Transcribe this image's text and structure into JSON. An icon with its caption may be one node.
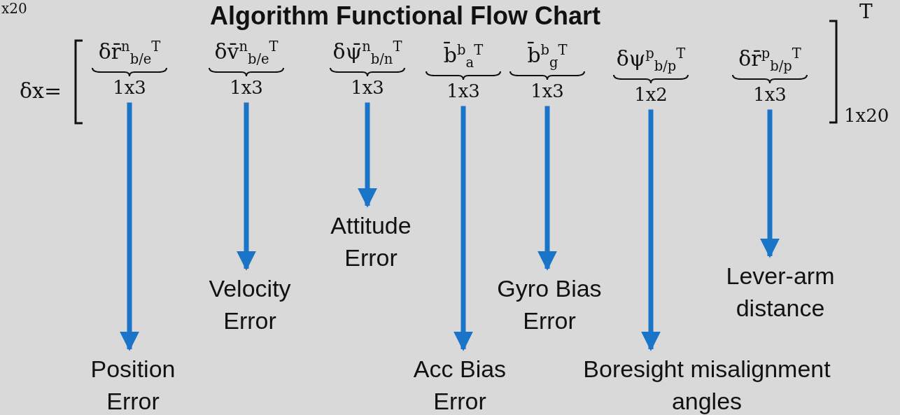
{
  "diagram": {
    "title": "Algorithm Functional Flow Chart",
    "nodes": [
      {
        "text": [
          "δr̄$^{n}$$_{b/e}$$^{T}$",
          "1x3"
        ]
      },
      {
        "text": [
          "δv̄$^{n}$$_{b/e}$$^{T}$",
          "1x3"
        ]
      },
      {
        "text": [
          "δψ̄$^{n}$$_{b/n}$$^{T}$",
          "1x3"
        ]
      },
      {
        "text": [
          "b̄$^{b}$$_{a}$$^{T}$",
          "1x3"
        ]
      },
      {
        "text": [
          "b̄$^{b}$$_{g}$$^{T}$",
          "1x3"
        ]
      },
      {
        "text": [
          "δψ$^{p}$$_{b/p}$$^{T}$",
          "1x2"
        ]
      },
      {
        "text": [
          "δr̄$^{p}$$_{b/p}$$^{T}$",
          "1x3"
        ]
      },
      {
        "text": [
          "Position Error"
        ]
      },
      {
        "text": [
          "Velocity Error"
        ]
      },
      {
        "text": [
          "Attitude Error"
        ]
      },
      {
        "text": [
          "Acc Bias Error"
        ]
      },
      {
        "text": [
          "Gyro Bias Error"
        ]
      },
      {
        "text": [
          "Boresight misalignment angles"
        ]
      },
      {
        "text": [
          "Lever-arm distance"
        ]
      }
    ],
    "edges": [
      {
        "from": 0,
        "to": 7,
        "arrow": "to"
      },
      {
        "from": 1,
        "to": 8,
        "arrow": "to"
      },
      {
        "from": 2,
        "to": 9,
        "arrow": "to"
      },
      {
        "from": 3,
        "to": 10,
        "arrow": "to"
      },
      {
        "from": 4,
        "to": 11,
        "arrow": "to"
      },
      {
        "from": 5,
        "to": 12,
        "arrow": "to"
      },
      {
        "from": 6,
        "to": 13,
        "arrow": "to"
      }
    ],
    "labels": [
      "x20",
      "δx=",
      "T",
      "1x20"
    ]
  }
}
